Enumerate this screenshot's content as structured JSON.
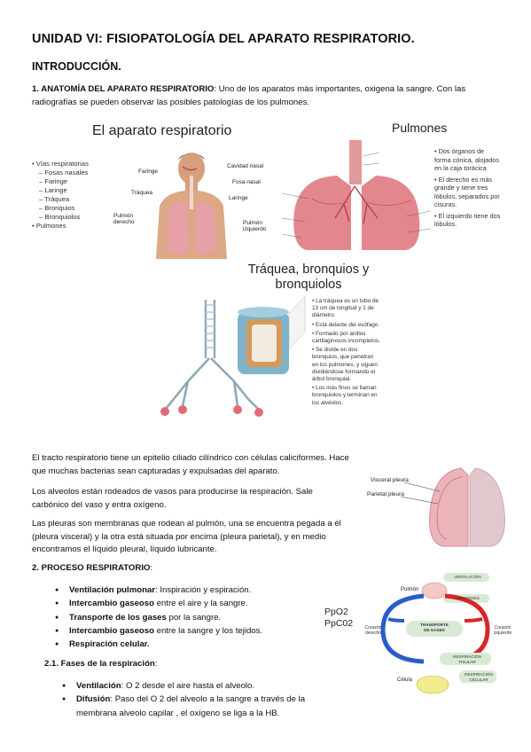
{
  "title": "UNIDAD VI: FISIOPATOLOGÍA DEL APARATO RESPIRATORIO.",
  "intro_heading": "INTRODUCCIÓN.",
  "section1": {
    "heading": "1. ANATOMÍA DEL APARATO RESPIRATORIO",
    "text": ": Uno de los aparatos más importantes, oxigena la sangre. Con las radiografías se pueden observar las posibles patologías de los pulmones."
  },
  "slide1": {
    "title": "El aparato respiratorio",
    "list": [
      "Vías respiratorias",
      "Fosas nasales",
      "Faringe",
      "Laringe",
      "Tráquea",
      "Bronquios",
      "Bronquiolos",
      "Pulmones"
    ],
    "labels": {
      "faringe": "Faringe",
      "cavidad": "Cavidad nasal",
      "fosa": "Fosa nasal",
      "traquea": "Tráquea",
      "laringe": "Laringe",
      "pulmon_d": "Pulmón derecho",
      "pulmon_i": "Pulmón izquierdo"
    }
  },
  "slide2": {
    "title": "Pulmones",
    "bullets": [
      "Dos órganos de forma cónica, alojados en la caja torácica",
      "El derecho es más grande y tiene tres lóbulos, separados por cisuras.",
      "El izquierdo tiene dos lóbulos."
    ]
  },
  "slide3": {
    "title_line1": "Tráquea, bronquios y",
    "title_line2": "bronquiolos",
    "bullets": [
      "La tráquea es un tubo de 13 cm de longitud y 1 de diámetro.",
      "Está delante del esófago.",
      "Formado por anillos cartilaginosos incompletos.",
      "Se divide en dos bronquios, que penetran en los pulmones, y siguen dividiéndose formando el árbol bronquial.",
      "Los más finos se llaman bronquiolos y terminan en los alvéolos."
    ]
  },
  "paragraphs": {
    "p1": "El tracto respiratorio tiene un epitelio ciliado cilíndrico con células caliciformes. Hace que muchas bacterias sean capturadas y expulsadas del aparato.",
    "p2": "Los alveolos están rodeados de vasos para producirse la respiración. Sale carbónico del vaso y entra oxígeno.",
    "p3": "Las pleuras son membranas que rodean al pulmón, una se encuentra pegada a él (pleura visceral) y la otra está situada por encima (pleura parietal), y en medio encontramos el líquido pleural, líquido lubricante."
  },
  "pleura_labels": {
    "visceral": "Visceral pleura",
    "parietal": "Parietal pleura"
  },
  "section2": {
    "heading": "2. PROCESO RESPIRATORIO",
    "colon": ":",
    "items": [
      {
        "bold": "Ventilación pulmonar",
        "rest": ": Inspiración y espiración."
      },
      {
        "bold": "Intercambio gaseoso",
        "rest": " entre el aire y la sangre."
      },
      {
        "bold": "Transporte de los gases",
        "rest": " por la sangre."
      },
      {
        "bold": "Intercambio gaseoso",
        "rest": " entre la sangre y los tejidos."
      },
      {
        "bold": "Respiración celular.",
        "rest": ""
      }
    ],
    "sub_heading": "2.1. Fases de la respiración",
    "sub_colon": ":",
    "phases": [
      {
        "bold": "Ventilación",
        "rest": ": O 2 desde el aire hasta el alveolo."
      },
      {
        "bold": "Difusión",
        "rest": ": Paso del O 2 del alveolo a la sangre a través de la membrana alveolo capilar , el oxígeno se liga a la HB."
      }
    ]
  },
  "diagram": {
    "ppo2": "PpO2",
    "ppco2": "PpC02",
    "ventilacion": "VENTILACIÓN",
    "pulmon": "Pulmón",
    "hematosis": "HEMATOSIS",
    "corazon_d": "Corazón derecho",
    "corazon_i": "Corazón izquierdo",
    "transporte": "TRANSPORTE DE GASES",
    "resp_tisular": "RESPIRACIÓN TISULAR",
    "celula": "Célula",
    "resp_celular": "RESPIRACIÓN CELULAR"
  },
  "colors": {
    "lung": "#e8a0a8",
    "blood_red": "#d8252a",
    "blood_blue": "#2a5cc8",
    "pink_text": "#b0206b"
  }
}
